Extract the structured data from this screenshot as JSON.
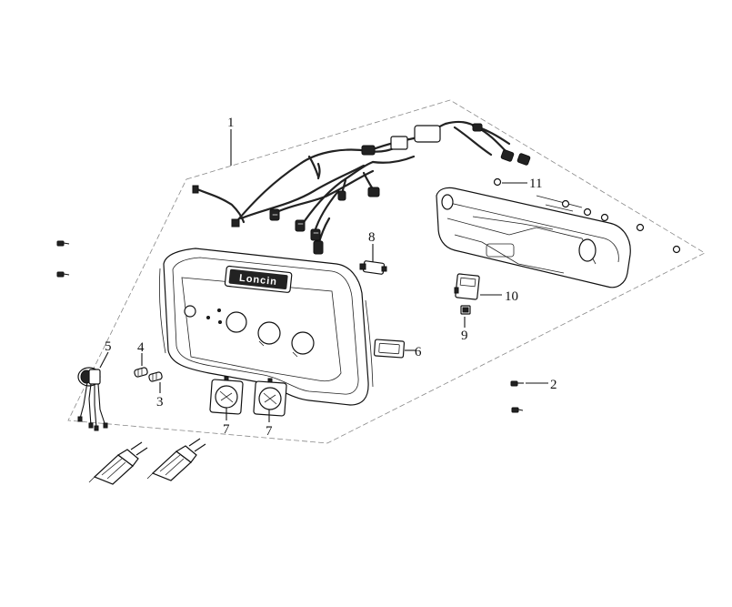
{
  "callouts": [
    {
      "key": "c1",
      "label": "1"
    },
    {
      "key": "c2",
      "label": "2"
    },
    {
      "key": "c3",
      "label": "3"
    },
    {
      "key": "c4",
      "label": "4"
    },
    {
      "key": "c5",
      "label": "5"
    },
    {
      "key": "c6",
      "label": "6"
    },
    {
      "key": "c7a",
      "label": "7"
    },
    {
      "key": "c7b",
      "label": "7"
    },
    {
      "key": "c8",
      "label": "8"
    },
    {
      "key": "c9",
      "label": "9"
    },
    {
      "key": "c10",
      "label": "10"
    },
    {
      "key": "c11",
      "label": "11"
    }
  ],
  "brand_logo": "Loncin",
  "colors": {
    "ink": "#111111",
    "boundary": "#888888",
    "background": "#ffffff"
  }
}
